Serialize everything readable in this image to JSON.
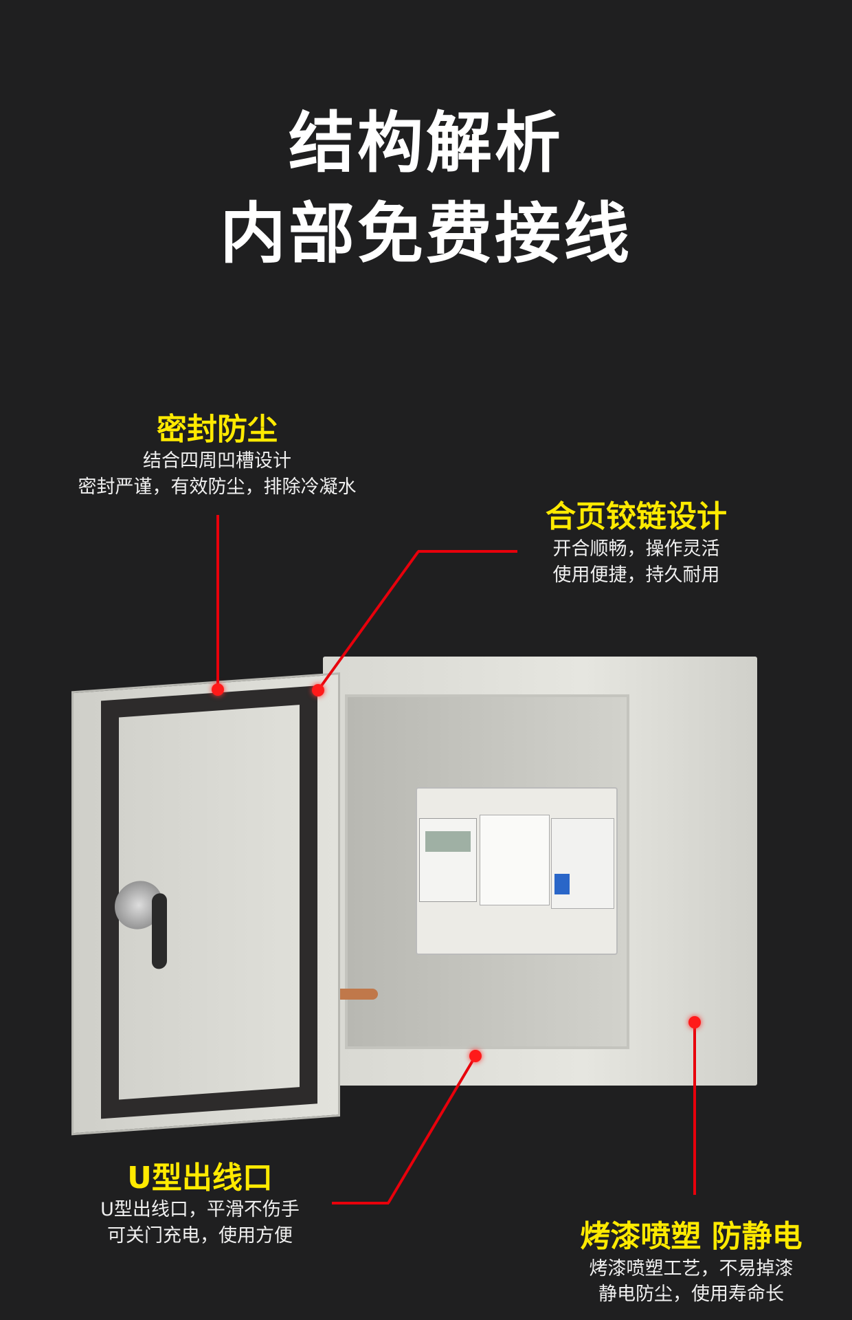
{
  "title": {
    "line1": "结构解析",
    "line2": "内部免费接线"
  },
  "features": [
    {
      "heading": "密封防尘",
      "lines": [
        "结合四周凹槽设计",
        "密封严谨，有效防尘，排除冷凝水"
      ]
    },
    {
      "heading": "合页铰链设计",
      "lines": [
        "开合顺畅，操作灵活",
        "使用便捷，持久耐用"
      ]
    },
    {
      "heading": "U型出线口",
      "lines": [
        "U型出线口，平滑不伤手",
        "可关门充电，使用方便"
      ]
    },
    {
      "heading": "烤漆喷塑 防静电",
      "lines": [
        "烤漆喷塑工艺，不易掉漆",
        "静电防尘，使用寿命长"
      ]
    }
  ],
  "colors": {
    "background": "#1f1f20",
    "heading": "#ffea00",
    "callout_line": "#e8000b"
  }
}
